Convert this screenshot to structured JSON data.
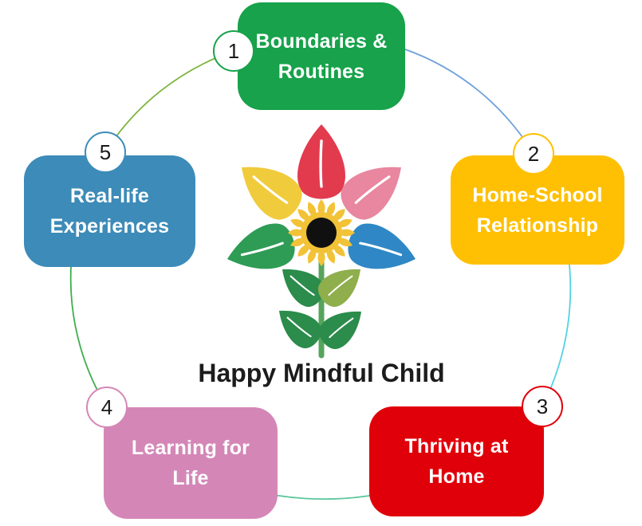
{
  "logo": {
    "title": "Happy Mindful Child",
    "icon": "sunflower-logo",
    "colors": {
      "petal_red": "#E23B4E",
      "petal_yellow": "#F0CB3C",
      "petal_pink": "#E8879F",
      "petal_green": "#2E9C55",
      "petal_blue": "#2F88C5",
      "sunflower": "#F2C237",
      "sunflower_center": "#101010",
      "stem": "#56A45C",
      "leaf_dark": "#2B8C4B",
      "leaf_olive": "#8FAE4C"
    }
  },
  "cycle": {
    "box_text_color": "#FFFFFF",
    "badge_text_color": "#1A1A1A",
    "nodes": [
      {
        "number": "1",
        "label": "Boundaries & Routines",
        "label_lines": [
          "Boundaries &",
          "Routines"
        ],
        "color": "#17A24B"
      },
      {
        "number": "2",
        "label": "Home-School Relationship",
        "label_lines": [
          "Home-School",
          "Relationship"
        ],
        "color": "#FFC003"
      },
      {
        "number": "3",
        "label": "Thriving at Home",
        "label_lines": [
          "Thriving at",
          "Home"
        ],
        "color": "#E0000A"
      },
      {
        "number": "4",
        "label": "Learning for Life",
        "label_lines": [
          "Learning for",
          "Life"
        ],
        "color": "#D487B7"
      },
      {
        "number": "5",
        "label": "Real-life Experiences",
        "label_lines": [
          "Real-life",
          "Experiences"
        ],
        "color": "#3D8BB8"
      }
    ],
    "arc_segments": [
      {
        "between": "1-2",
        "color": "#6FA1DB"
      },
      {
        "between": "2-3",
        "color": "#55D2E2"
      },
      {
        "between": "3-4",
        "color": "#5DC79E"
      },
      {
        "between": "4-5",
        "color": "#3EAE4E"
      },
      {
        "between": "5-1",
        "color": "#7EB53F"
      }
    ]
  }
}
